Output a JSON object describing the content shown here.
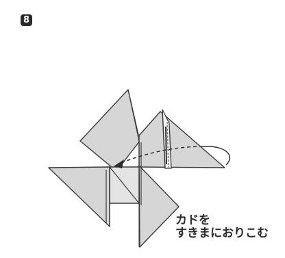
{
  "step": {
    "number": "8"
  },
  "caption": {
    "line1": "カドを",
    "line2": "すきまにおりこむ"
  },
  "colors": {
    "paper_fill": "#d6d6d6",
    "paper_light": "#e4e4e4",
    "outline": "#3a3a3a",
    "arrow": "#2e2e2e",
    "badge": "#2a2a2a"
  },
  "icons": {
    "pinwheel": "origami-pinwheel-diagram",
    "fold_arrow": "dashed-curved-arrow"
  }
}
